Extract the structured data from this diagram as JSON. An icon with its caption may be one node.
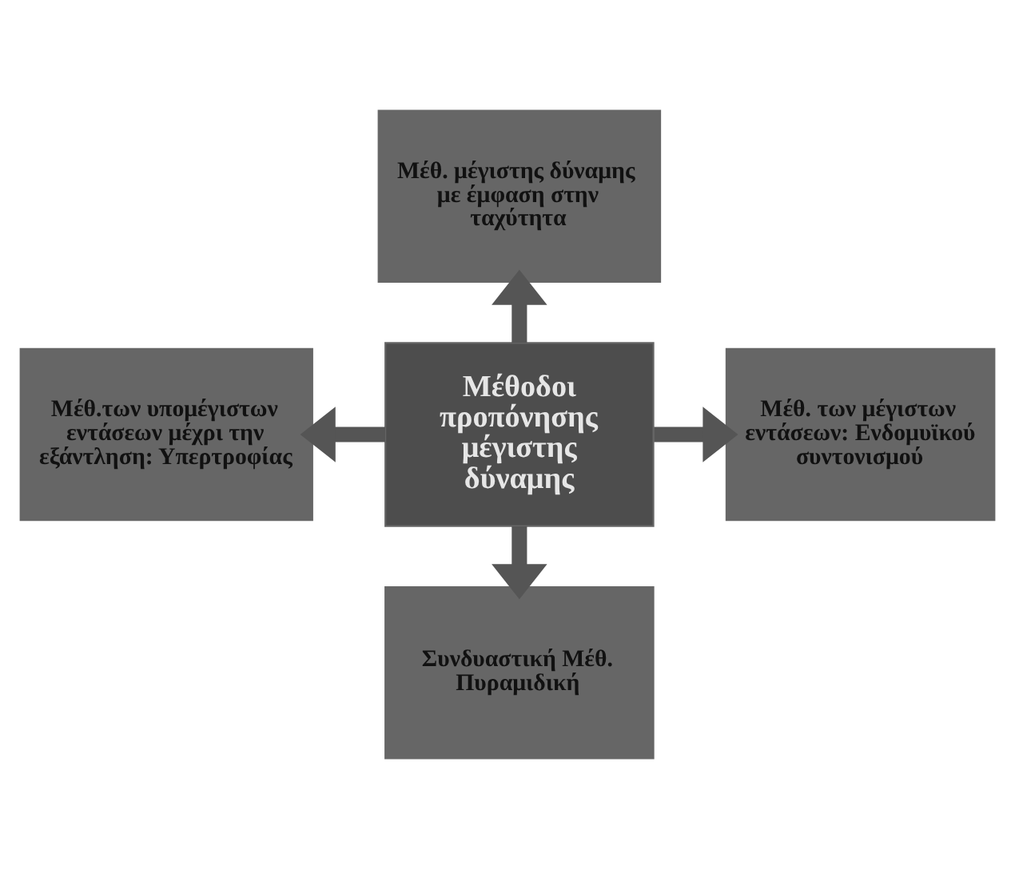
{
  "diagram": {
    "nodes": [
      {
        "text": [
          "Μέθοδοι προπόνησης μέγιστης δύναμης"
        ]
      },
      {
        "text": [
          "Μέθ. μέγιστης δύναμης με έμφαση στην ταχύτητα"
        ]
      },
      {
        "text": [
          "Μέθ.των υπομέγιστων εντάσεων μέχρι την εξάντληση: Υπερτροφίας"
        ]
      },
      {
        "text": [
          "Μέθ. των μέγιστων εντάσεων: Ενδομυϊκού συντονισμού"
        ]
      },
      {
        "text": [
          "Συνδυαστική Μέθ. Πυραμιδική"
        ]
      }
    ],
    "edges": [
      {
        "from": 0,
        "to": 1,
        "arrow": "to"
      },
      {
        "from": 0,
        "to": 2,
        "arrow": "to"
      },
      {
        "from": 0,
        "to": 3,
        "arrow": "to"
      },
      {
        "from": 0,
        "to": 4,
        "arrow": "to"
      }
    ]
  }
}
